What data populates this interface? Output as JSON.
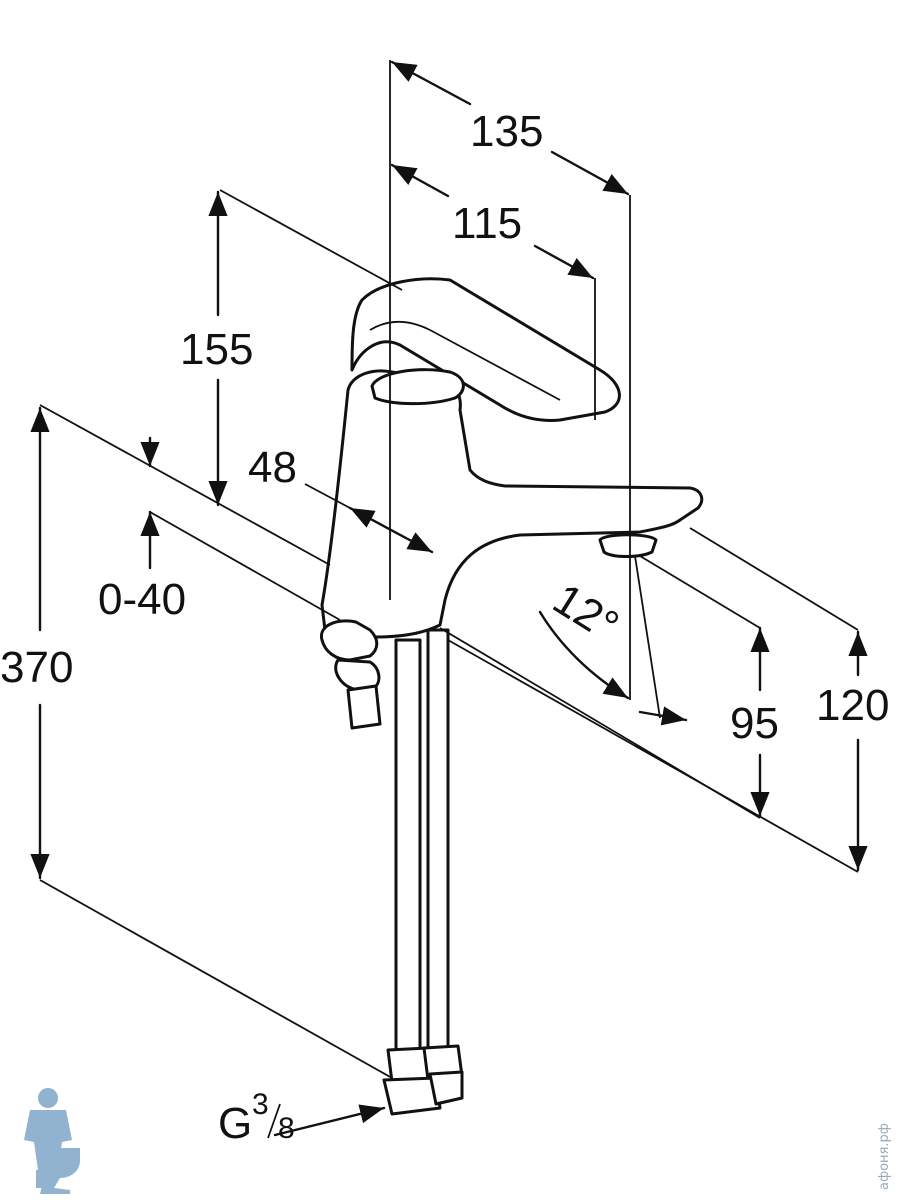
{
  "dimensions": {
    "d135": "135",
    "d115": "115",
    "d155": "155",
    "d48": "48",
    "d0_40": "0-40",
    "d370": "370",
    "d12": "12°",
    "d95": "95",
    "d120": "120",
    "thread_g": "G",
    "thread_sup": "3",
    "thread_sub": "8"
  },
  "watermark": {
    "text": "афоня.рф"
  },
  "colors": {
    "line": "#111111",
    "background": "#ffffff",
    "logo": "#7fa6c8"
  },
  "icons": {
    "logo": "plumber-mascot-icon"
  }
}
